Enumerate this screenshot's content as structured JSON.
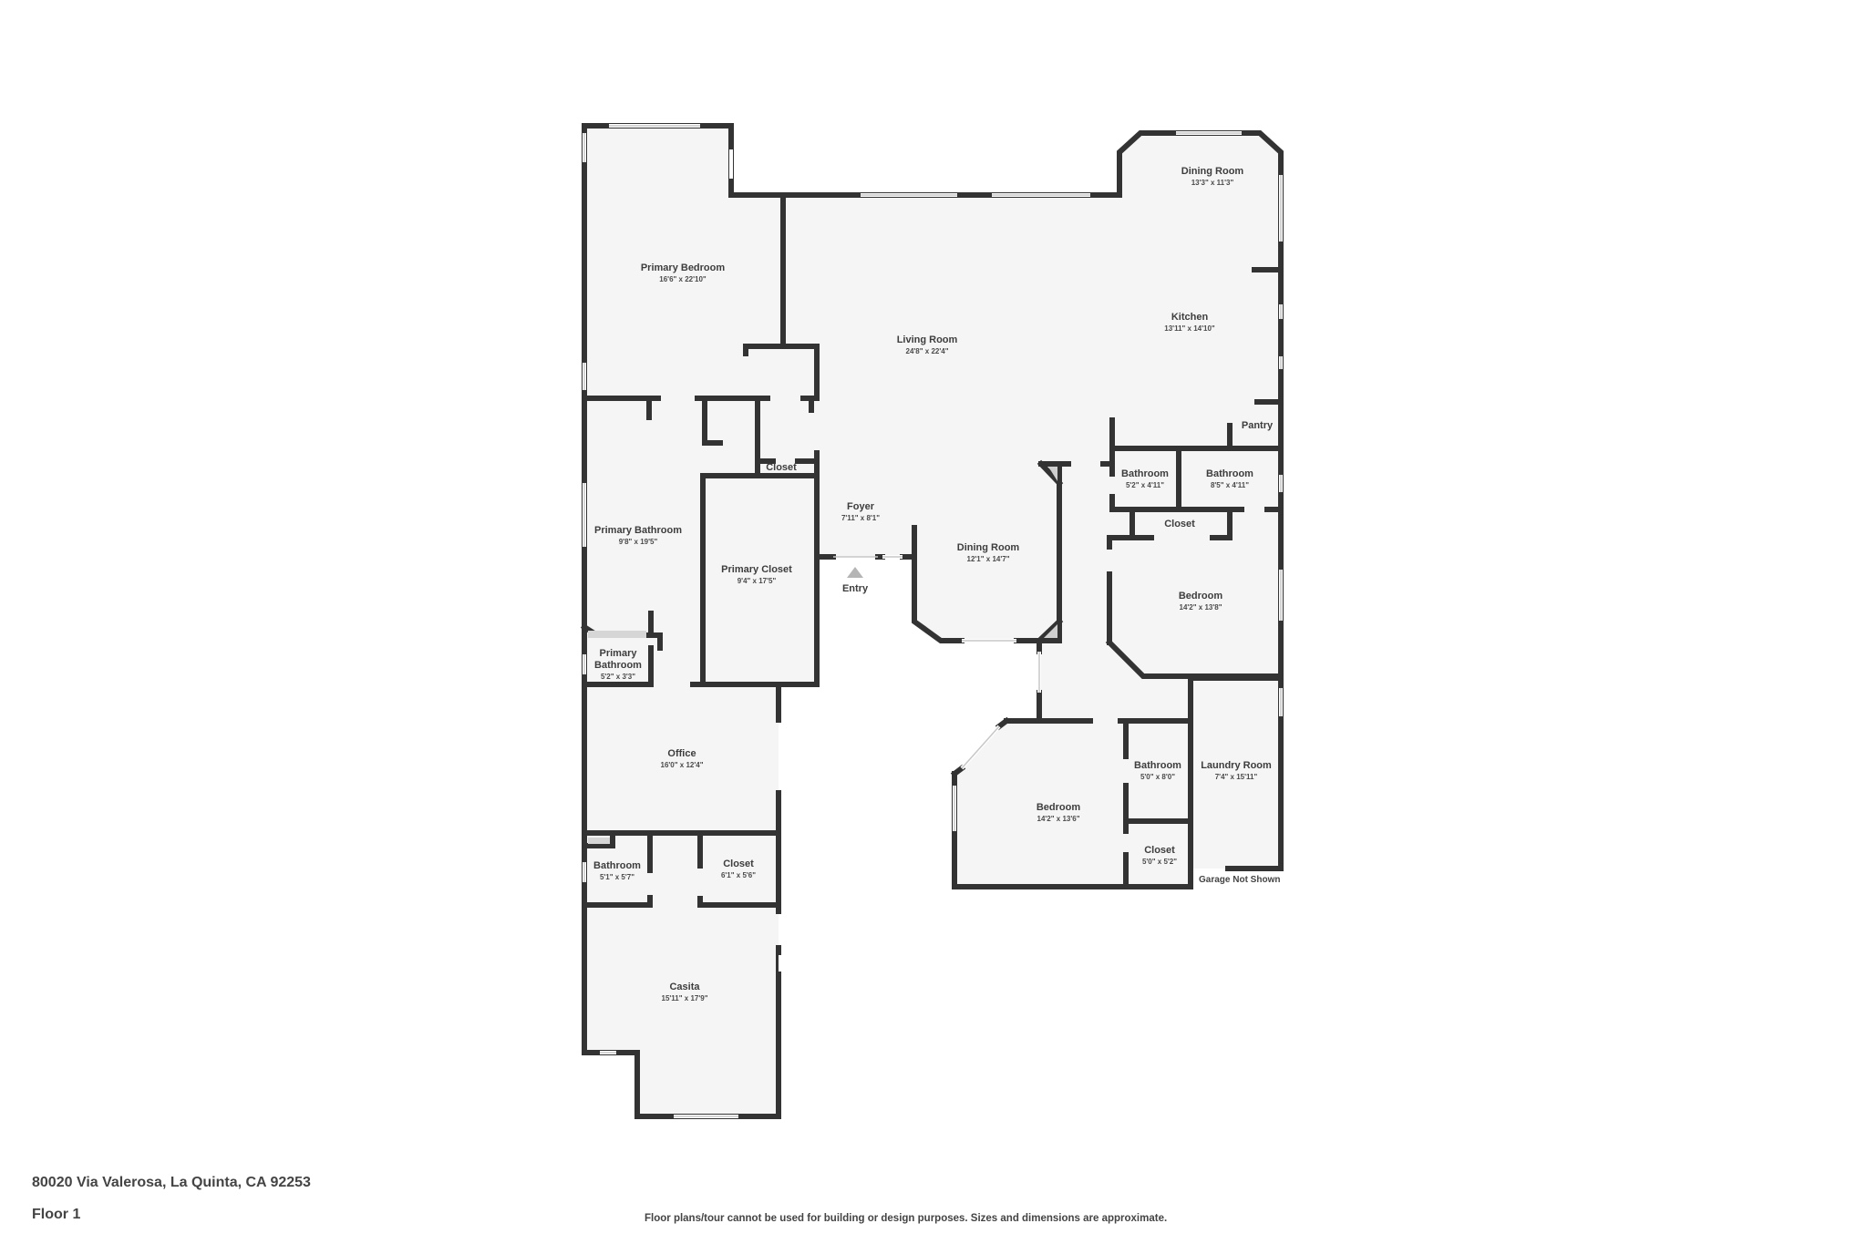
{
  "property": {
    "address": "80020 Via Valerosa, La Quinta, CA 92253",
    "floor": "Floor 1",
    "disclaimer": "Floor plans/tour cannot be used for building or design purposes. Sizes and dimensions are approximate."
  },
  "annotations": {
    "entry": "Entry",
    "garage": "Garage Not Shown"
  },
  "colors": {
    "wall": "#333333",
    "floor": "#f5f5f5",
    "text": "#3d3d3d",
    "entry_arrow": "#b5b5b5"
  },
  "rooms": [
    {
      "name": "Primary Bedroom",
      "dims": "16'6\" x 22'10\""
    },
    {
      "name": "Living Room",
      "dims": "24'8\" x 22'4\""
    },
    {
      "name": "Dining Room",
      "dims": "13'3\" x 11'3\""
    },
    {
      "name": "Kitchen",
      "dims": "13'11\" x 14'10\""
    },
    {
      "name": "Pantry",
      "dims": ""
    },
    {
      "name": "Primary Bathroom",
      "dims": "9'8\" x 19'5\""
    },
    {
      "name": "Closet",
      "dims": ""
    },
    {
      "name": "Primary Closet",
      "dims": "9'4\" x 17'5\""
    },
    {
      "name": "Foyer",
      "dims": "7'11\" x 8'1\""
    },
    {
      "name": "Dining Room",
      "dims": "12'1\" x 14'7\""
    },
    {
      "name": "Bathroom",
      "dims": "5'2\" x 4'11\""
    },
    {
      "name": "Bathroom",
      "dims": "8'5\" x 4'11\""
    },
    {
      "name": "Closet",
      "dims": ""
    },
    {
      "name": "Bedroom",
      "dims": "14'2\" x 13'8\""
    },
    {
      "name": "Primary Bathroom",
      "dims": "5'2\" x 3'3\""
    },
    {
      "name": "Office",
      "dims": "16'0\" x 12'4\""
    },
    {
      "name": "Bedroom",
      "dims": "14'2\" x 13'6\""
    },
    {
      "name": "Bathroom",
      "dims": "5'0\" x 8'0\""
    },
    {
      "name": "Laundry Room",
      "dims": "7'4\" x 15'11\""
    },
    {
      "name": "Closet",
      "dims": "5'0\" x 5'2\""
    },
    {
      "name": "Bathroom",
      "dims": "5'1\" x 5'7\""
    },
    {
      "name": "Closet",
      "dims": "6'1\" x 5'6\""
    },
    {
      "name": "Casita",
      "dims": "15'11\" x 17'9\""
    }
  ]
}
